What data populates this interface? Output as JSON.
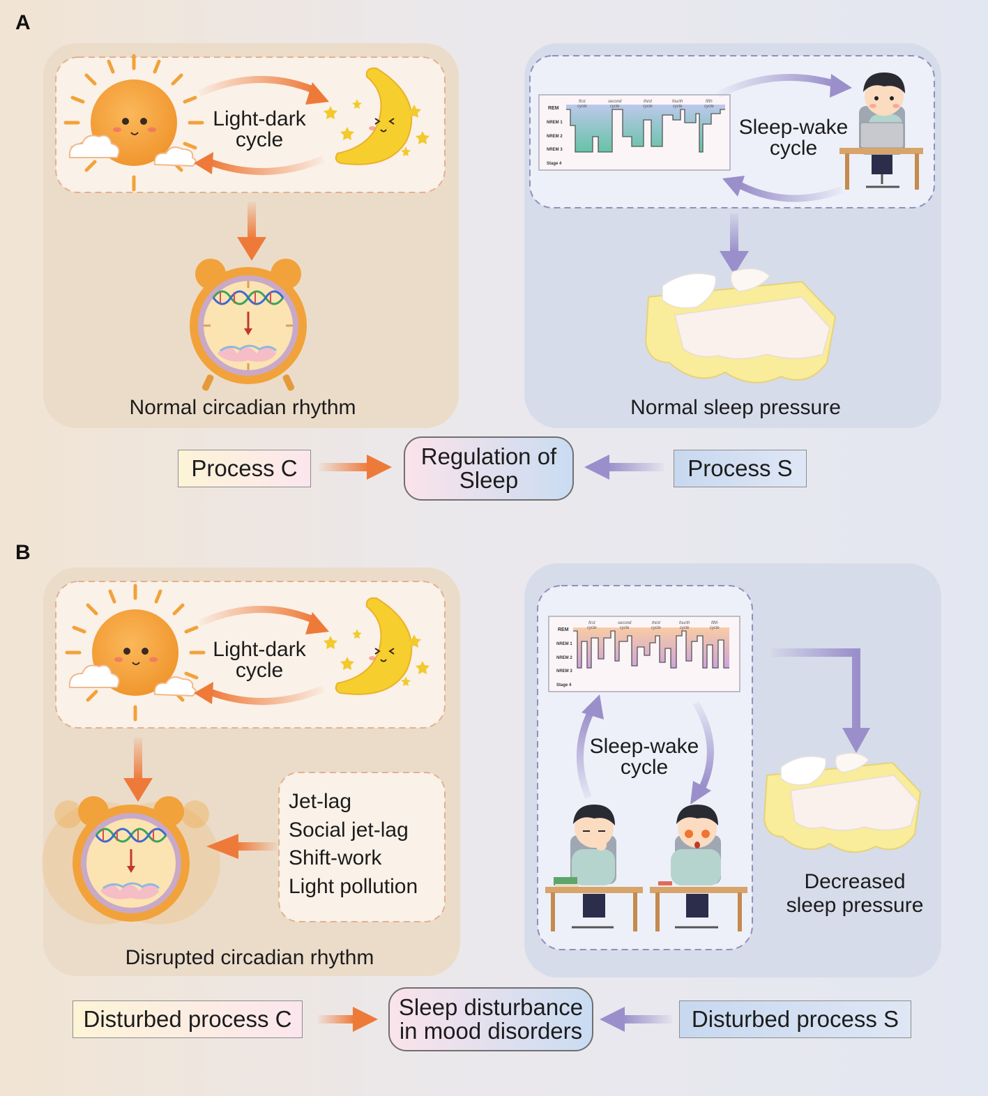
{
  "panel_a": {
    "label": "A",
    "light_dark": [
      "Light-dark",
      "cycle"
    ],
    "sleep_wake": [
      "Sleep-wake",
      "cycle"
    ],
    "circadian_caption": "Normal circadian rhythm",
    "pressure_caption": "Normal sleep pressure",
    "process_c": "Process C",
    "process_s": "Process S",
    "regulation": [
      "Regulation of",
      "Sleep"
    ],
    "hypnogram": {
      "stages": [
        "REM",
        "NREM 1",
        "NREM 2",
        "NREM 3",
        "Stage 4"
      ],
      "cycles": [
        [
          "first",
          "cycle"
        ],
        [
          "second",
          "cycle"
        ],
        [
          "third",
          "cycle"
        ],
        [
          "fourth",
          "cycle"
        ],
        [
          "fifth",
          "cycle"
        ]
      ]
    }
  },
  "panel_b": {
    "label": "B",
    "light_dark": [
      "Light-dark",
      "cycle"
    ],
    "sleep_wake": [
      "Sleep-wake",
      "cycle"
    ],
    "factors": [
      "Jet-lag",
      "Social jet-lag",
      "Shift-work",
      "Light pollution"
    ],
    "circadian_caption": "Disrupted circadian rhythm",
    "pressure_caption": [
      "Decreased",
      "sleep pressure"
    ],
    "process_c": "Disturbed process C",
    "process_s": "Disturbed process S",
    "outcome": [
      "Sleep disturbance",
      "in mood disorders"
    ],
    "hypnogram": {
      "stages": [
        "REM",
        "NREM 1",
        "NREM 2",
        "NREM 3",
        "Stage 4"
      ],
      "cycles": [
        [
          "first",
          "cycle"
        ],
        [
          "second",
          "cycle"
        ],
        [
          "third",
          "cycle"
        ],
        [
          "fourth",
          "cycle"
        ],
        [
          "fifth",
          "cycle"
        ]
      ]
    }
  },
  "colors": {
    "process_c_arrow": "#ee8a4a",
    "process_s_arrow": "#9e94c9",
    "circadian_panel": "#ebdcc9",
    "sleep_panel": "#d6dcea"
  }
}
